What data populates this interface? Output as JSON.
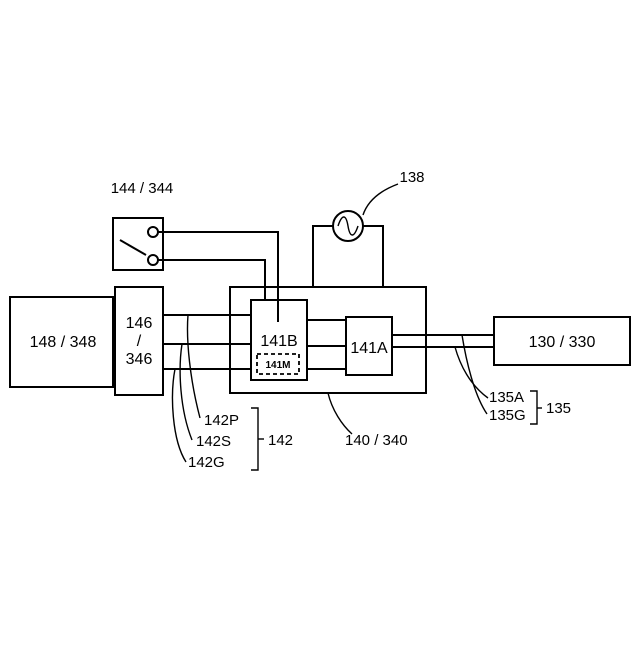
{
  "diagram": {
    "nodes": {
      "battery_148": "148 / 348",
      "converter_146_top": "146",
      "converter_146_mid": "/",
      "converter_146_bot": "346",
      "switch_144": "144 / 344",
      "source_138": "138",
      "controller_140": "140 / 340",
      "module_141b": "141B",
      "module_141m": "141M",
      "module_141a": "141A",
      "device_130": "130 / 330"
    },
    "wires": {
      "wire_142p": "142P",
      "wire_142s": "142S",
      "wire_142g": "142G",
      "bundle_142": "142",
      "wire_135a": "135A",
      "wire_135g": "135G",
      "bundle_135": "135"
    },
    "colors": {
      "line": "#000000",
      "background": "#ffffff"
    },
    "icons": {
      "ac_source": "sine-wave-icon",
      "switch": "switch-icon"
    }
  }
}
